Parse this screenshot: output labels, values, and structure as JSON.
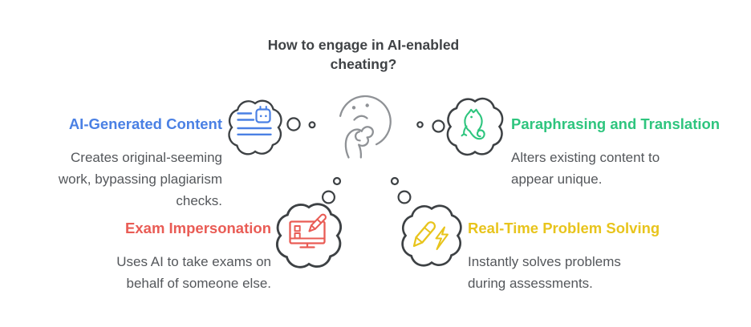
{
  "title": {
    "text": "How to engage in AI-enabled cheating?",
    "lines": [
      "How to engage in AI-enabled",
      "cheating?"
    ]
  },
  "colors": {
    "blue": "#4a80e4",
    "green": "#2ec57e",
    "red": "#e95c55",
    "yellow": "#e8c41c",
    "outline": "#3d4144",
    "face": "#8f9296",
    "heading": "#3f4245",
    "body": "#54575b",
    "background": "#ffffff"
  },
  "center_figure": {
    "name": "thinking-face-doodle",
    "elements": [
      "face-outline",
      "two-dot-eyes",
      "frown-mouth",
      "hand-on-chin",
      "thought-trail-dots"
    ]
  },
  "sections": [
    {
      "id": "ai-generated-content",
      "label": "AI-Generated Content",
      "description": "Creates original-seeming work, bypassing plagiarism checks.",
      "description_lines": [
        "Creates original-seeming",
        "work, bypassing plagiarism",
        "checks."
      ],
      "icon": "robot-text-lines-icon",
      "accent": "#4a80e4"
    },
    {
      "id": "paraphrasing-and-translation",
      "label": "Paraphrasing and Translation",
      "description": "Alters existing content to appear unique.",
      "description_lines": [
        "Alters existing content to",
        "appear unique."
      ],
      "icon": "chameleon-icon",
      "accent": "#2ec57e"
    },
    {
      "id": "exam-impersonation",
      "label": "Exam Impersonation",
      "description": "Uses AI to take exams on behalf of someone else.",
      "description_lines": [
        "Uses AI to take exams on",
        "behalf of someone else."
      ],
      "icon": "exam-screen-pencil-icon",
      "accent": "#e95c55"
    },
    {
      "id": "real-time-problem-solving",
      "label": "Real-Time Problem Solving",
      "description": "Instantly solves problems during assessments.",
      "description_lines": [
        "Instantly solves problems",
        "during assessments."
      ],
      "icon": "pencil-lightning-icon",
      "accent": "#e8c41c"
    }
  ]
}
